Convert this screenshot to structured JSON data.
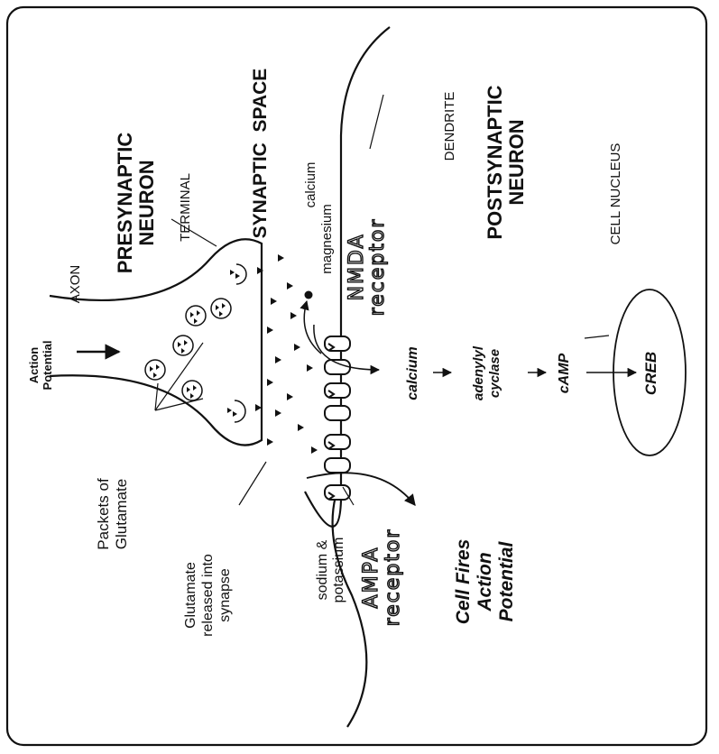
{
  "labels": {
    "presynaptic_neuron": [
      "PRESYNAPTIC",
      "NEURON"
    ],
    "terminal": "TERMINAL",
    "axon": "AXON",
    "action_potential": [
      "Action",
      "Potential"
    ],
    "packets": [
      "Packets of",
      "Glutamate"
    ],
    "glutamate_released": [
      "Glutamate",
      "released into",
      "synapse"
    ],
    "synaptic_space": "SYNAPTIC  SPACE",
    "sodium_potassium": [
      "sodium &",
      "potassium"
    ],
    "ampa_receptor": [
      "AMPA",
      "receptor"
    ],
    "calcium_ion": "calcium",
    "magnesium": "magnesium",
    "nmda_receptor": [
      "NMDA",
      "receptor"
    ],
    "dendrite": "DENDRITE",
    "postsynaptic_neuron": [
      "POSTSYNAPTIC",
      "NEURON"
    ],
    "cell_nucleus": "CELL NUCLEUS",
    "cascade": {
      "calcium": "calcium",
      "adenylyl_cyclase": [
        "adenylyl",
        "cyclase"
      ],
      "camp": "cAMP",
      "creb": "CREB"
    },
    "cell_fires": [
      "Cell Fires",
      "Action",
      "Potential"
    ]
  }
}
